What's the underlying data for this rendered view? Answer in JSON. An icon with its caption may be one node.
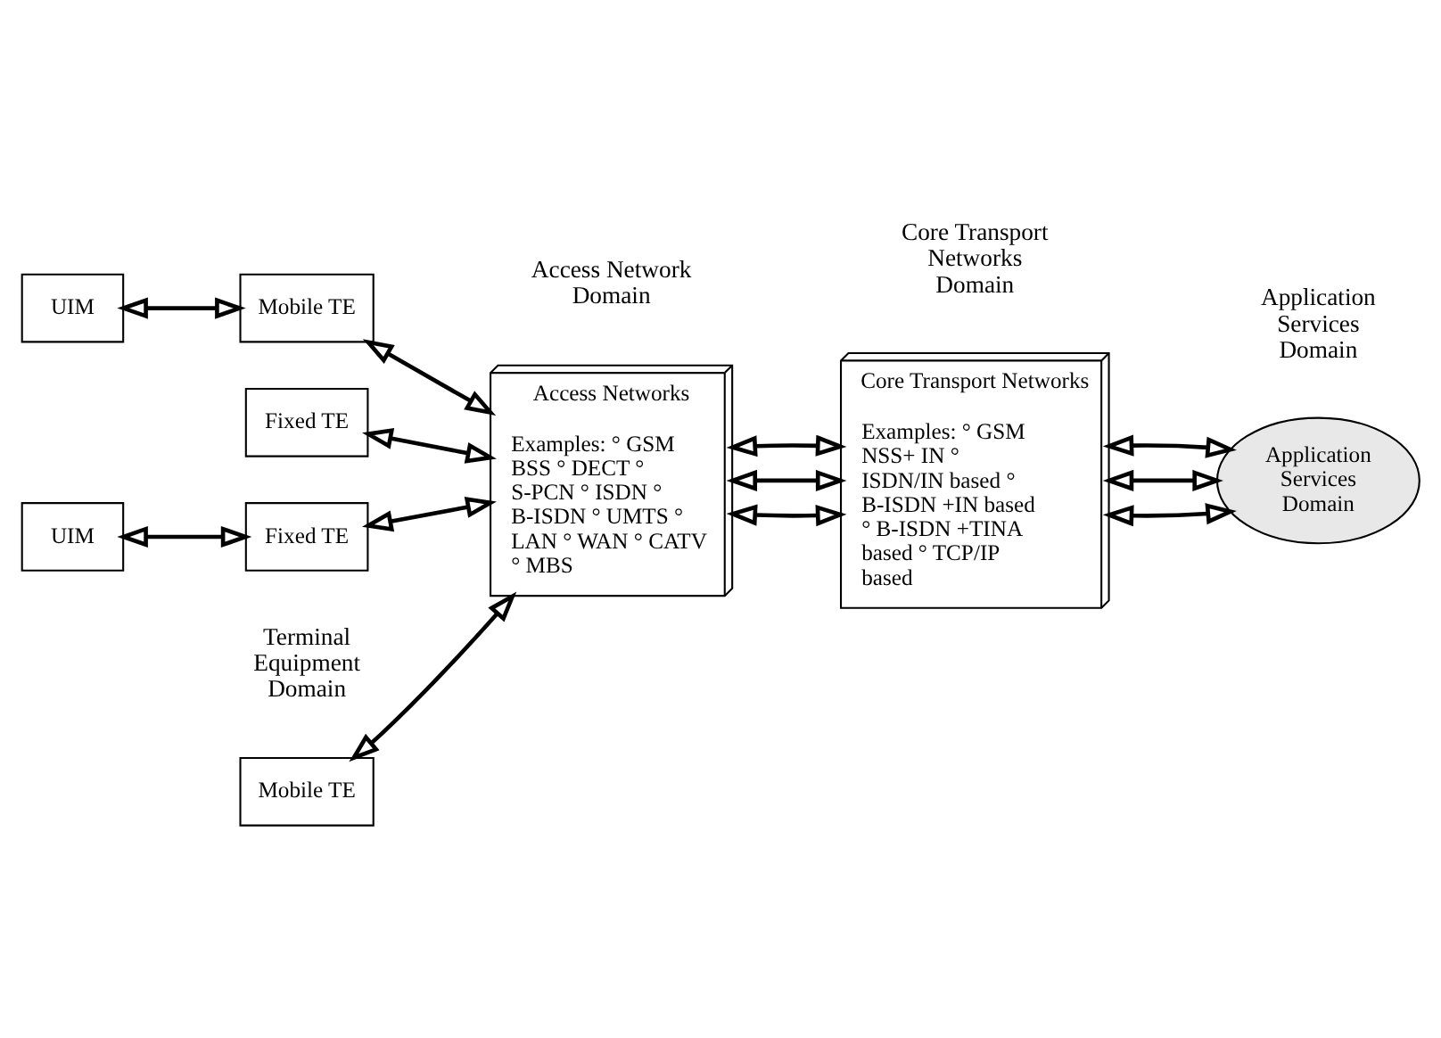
{
  "diagram": {
    "nodes": [
      {
        "text": [
          "Mobile TE"
        ]
      },
      {
        "text": [
          "UIM"
        ]
      },
      {
        "text": [
          "Mobile TE"
        ]
      },
      {
        "text": [
          "Fixed TE"
        ]
      },
      {
        "text": [
          "UIM"
        ]
      },
      {
        "text": [
          "Fixed TE"
        ]
      },
      {
        "text": [
          "Access Networks",
          "Examples: ° GSM BSS ° DECT ° S-PCN ° ISDN ° B-ISDN ° UMTS ° LAN ° WAN ° CATV ° MBS"
        ]
      },
      {
        "text": [
          "Core Transport Networks",
          "Examples: ° GSM NSS+ IN ° ISDN/IN based ° B-ISDN +IN based ° B-ISDN +TINA based ° TCP/IP based"
        ]
      },
      {
        "text": [
          "Application Services Domain"
        ]
      }
    ],
    "edges": [
      {
        "from": 0,
        "to": 6,
        "arrow": "both"
      },
      {
        "from": 1,
        "to": 2,
        "arrow": "both"
      },
      {
        "from": 2,
        "to": 6,
        "arrow": "both"
      },
      {
        "from": 3,
        "to": 6,
        "arrow": "both"
      },
      {
        "from": 4,
        "to": 5,
        "arrow": "both"
      },
      {
        "from": 5,
        "to": 6,
        "arrow": "both"
      },
      {
        "from": 6,
        "to": 7,
        "arrow": "both"
      },
      {
        "from": 6,
        "to": 7,
        "arrow": "both"
      },
      {
        "from": 6,
        "to": 7,
        "arrow": "both"
      },
      {
        "from": 7,
        "to": 8,
        "arrow": "both"
      },
      {
        "from": 7,
        "to": 8,
        "arrow": "both"
      },
      {
        "from": 7,
        "to": 8,
        "arrow": "both"
      }
    ],
    "labels": [
      "Terminal Equipment Domain",
      "Access Network Domain",
      "Core Transport Networks Domain",
      "Application Services Domain"
    ]
  }
}
